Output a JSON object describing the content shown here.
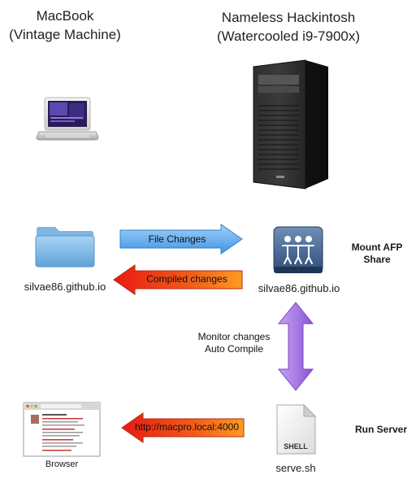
{
  "left_column": {
    "title_line1": "MacBook",
    "title_line2": "(Vintage Machine)",
    "folder_label": "silvae86.github.io",
    "browser_label": "Browser"
  },
  "right_column": {
    "title_line1": "Nameless Hackintosh",
    "title_line2": "(Watercooled i9-7900x)",
    "share_label": "silvae86.github.io",
    "script_label": "serve.sh",
    "script_badge": "SHELL"
  },
  "arrows": {
    "file_changes": "File Changes",
    "compiled_changes": "Compiled changes",
    "monitor_line1": "Monitor changes",
    "monitor_line2": "Auto Compile",
    "server_url": "http://macpro.local:4000"
  },
  "side_notes": {
    "mount_line1": "Mount AFP",
    "mount_line2": "Share",
    "run_server": "Run Server"
  }
}
